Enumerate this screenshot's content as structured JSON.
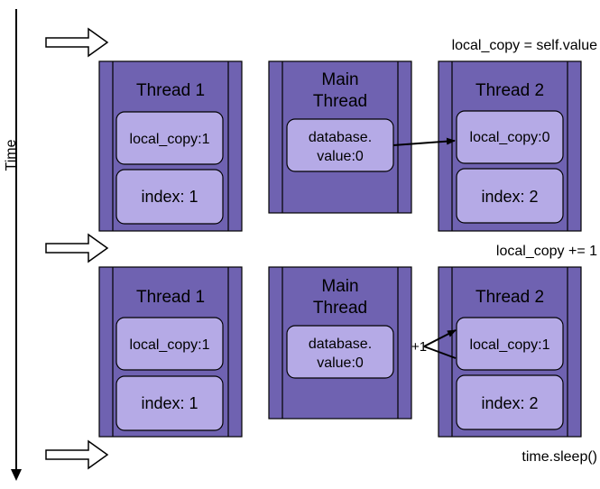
{
  "time_label": "Time",
  "steps": [
    {
      "operation": "local_copy = self.value",
      "thread1": {
        "title": "Thread 1",
        "vars": [
          "local_copy:1",
          "index: 1"
        ]
      },
      "main": {
        "title_line1": "Main",
        "title_line2": "Thread",
        "var_line1": "database.",
        "var_line2": "value:0"
      },
      "thread2": {
        "title": "Thread 2",
        "vars": [
          "local_copy:0",
          "index: 2"
        ]
      }
    },
    {
      "operation": "local_copy += 1",
      "thread1": {
        "title": "Thread 1",
        "vars": [
          "local_copy:1",
          "index: 1"
        ]
      },
      "main": {
        "title_line1": "Main",
        "title_line2": "Thread",
        "var_line1": "database.",
        "var_line2": "value:0"
      },
      "thread2": {
        "title": "Thread 2",
        "vars": [
          "local_copy:1",
          "index: 2"
        ]
      },
      "increment_label": "+1"
    },
    {
      "operation": "time.sleep()"
    }
  ],
  "colors": {
    "thread_fill": "#6f62b1",
    "var_fill": "#b5aae6",
    "stroke": "#000000",
    "arrow_fill": "#ffffff"
  }
}
